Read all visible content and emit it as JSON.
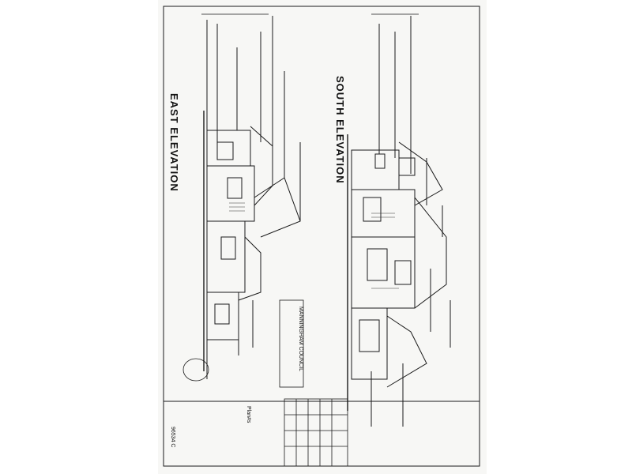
{
  "document": {
    "type": "architectural elevation drawing",
    "elevations": {
      "east_title": "EAST ELEVATION",
      "south_title": "SOUTH ELEVATION"
    },
    "title_block": {
      "drawing_name": "Plan#s",
      "drawing_number": "96534 C",
      "council_stamp": "MANNINGHAM COUNCIL"
    }
  },
  "colors": {
    "paper": "#f7f7f5",
    "ink": "#1a1a1a"
  }
}
